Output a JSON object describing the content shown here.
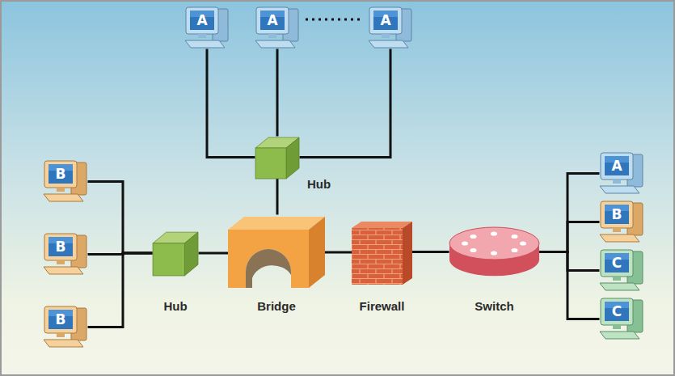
{
  "diagram": {
    "nodes": [
      {
        "text": [
          "A"
        ]
      },
      {
        "text": [
          "A"
        ]
      },
      {
        "text": [
          "A"
        ]
      },
      {
        "text": [
          "Hub"
        ]
      },
      {
        "text": [
          "B"
        ]
      },
      {
        "text": [
          "B"
        ]
      },
      {
        "text": [
          "B"
        ]
      },
      {
        "text": [
          "Hub"
        ]
      },
      {
        "text": [
          "Bridge"
        ]
      },
      {
        "text": [
          "Firewall"
        ]
      },
      {
        "text": [
          "Switch"
        ]
      },
      {
        "text": [
          "A"
        ]
      },
      {
        "text": [
          "B"
        ]
      },
      {
        "text": [
          "C"
        ]
      },
      {
        "text": [
          "C"
        ]
      }
    ],
    "edges": [
      {
        "from": 0,
        "to": 3,
        "arrow": "none"
      },
      {
        "from": 1,
        "to": 3,
        "arrow": "none"
      },
      {
        "from": 2,
        "to": 3,
        "arrow": "none"
      },
      {
        "from": 3,
        "to": 8,
        "arrow": "none"
      },
      {
        "from": 4,
        "to": 7,
        "arrow": "none"
      },
      {
        "from": 5,
        "to": 7,
        "arrow": "none"
      },
      {
        "from": 6,
        "to": 7,
        "arrow": "none"
      },
      {
        "from": 7,
        "to": 8,
        "arrow": "none"
      },
      {
        "from": 8,
        "to": 9,
        "arrow": "none"
      },
      {
        "from": 9,
        "to": 10,
        "arrow": "none"
      },
      {
        "from": 10,
        "to": 11,
        "arrow": "none"
      },
      {
        "from": 10,
        "to": 12,
        "arrow": "none"
      },
      {
        "from": 10,
        "to": 13,
        "arrow": "none"
      },
      {
        "from": 10,
        "to": 14,
        "arrow": "none"
      }
    ]
  }
}
